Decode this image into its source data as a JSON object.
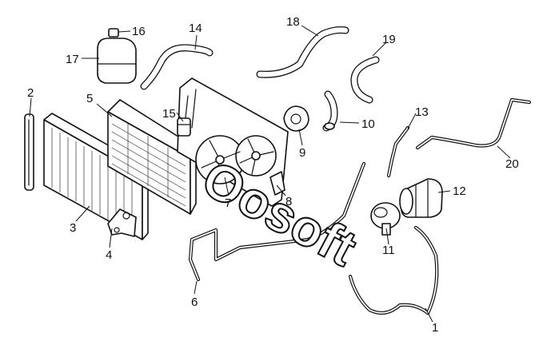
{
  "callouts": [
    {
      "num": "1"
    },
    {
      "num": "2"
    },
    {
      "num": "3"
    },
    {
      "num": "4"
    },
    {
      "num": "5"
    },
    {
      "num": "6"
    },
    {
      "num": "7"
    },
    {
      "num": "8"
    },
    {
      "num": "9"
    },
    {
      "num": "10"
    },
    {
      "num": "11"
    },
    {
      "num": "12"
    },
    {
      "num": "13"
    },
    {
      "num": "14"
    },
    {
      "num": "15"
    },
    {
      "num": "16"
    },
    {
      "num": "17"
    },
    {
      "num": "18"
    },
    {
      "num": "19"
    },
    {
      "num": "20"
    }
  ],
  "watermark": "Oosoft",
  "colors": {
    "line": "#111111",
    "background": "#ffffff"
  }
}
